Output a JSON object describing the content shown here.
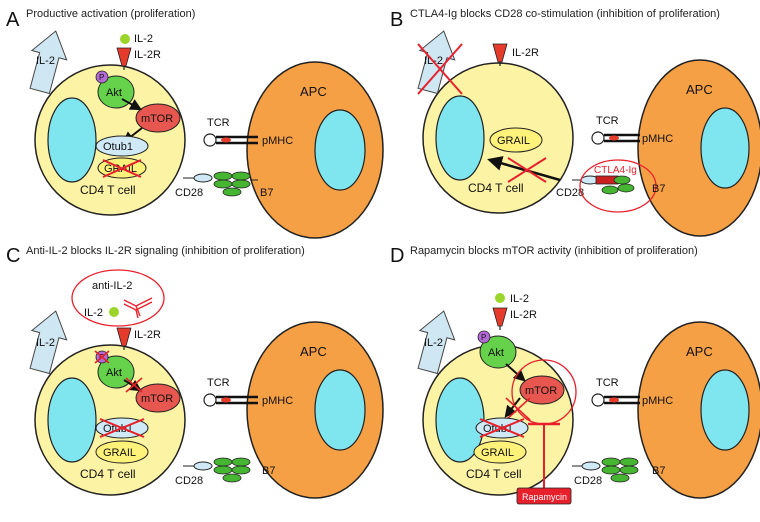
{
  "panels": [
    {
      "letter": "A",
      "title": "Productive activation (proliferation)",
      "labels": {
        "il2_arrow": "IL-2",
        "il2": "IL-2",
        "il2r": "IL-2R",
        "p": "P",
        "akt": "Akt",
        "mtor": "mTOR",
        "otub1": "Otub1",
        "grail": "GRAIL",
        "cell": "CD4 T cell",
        "tcr": "TCR",
        "pmhc": "pMHC",
        "cd28": "CD28",
        "b7": "B7",
        "apc": "APC"
      }
    },
    {
      "letter": "B",
      "title": "CTLA4-Ig blocks CD28 co-stimulation (inhibition of proliferation)",
      "labels": {
        "il2_arrow": "IL-2",
        "il2r": "IL-2R",
        "grail": "GRAIL",
        "cell": "CD4 T cell",
        "tcr": "TCR",
        "pmhc": "pMHC",
        "cd28": "CD28",
        "b7": "B7",
        "apc": "APC",
        "ctla4": "CTLA4-Ig"
      }
    },
    {
      "letter": "C",
      "title": "Anti-IL-2 blocks IL-2R signaling (inhibition of proliferation)",
      "labels": {
        "anti_il2": "anti-IL-2",
        "il2": "IL-2",
        "il2_arrow": "IL-2",
        "il2r": "IL-2R",
        "p": "P",
        "akt": "Akt",
        "mtor": "mTOR",
        "otub1": "Otub1",
        "grail": "GRAIL",
        "cell": "CD4 T cell",
        "tcr": "TCR",
        "pmhc": "pMHC",
        "cd28": "CD28",
        "b7": "B7",
        "apc": "APC"
      }
    },
    {
      "letter": "D",
      "title": "Rapamycin blocks mTOR activity (inhibition of proliferation)",
      "labels": {
        "il2": "IL-2",
        "il2r": "IL-2R",
        "il2_arrow": "IL-2",
        "p": "P",
        "akt": "Akt",
        "mtor": "mTOR",
        "otub1": "Otub1",
        "grail": "GRAIL",
        "cell": "CD4 T cell",
        "tcr": "TCR",
        "pmhc": "pMHC",
        "cd28": "CD28",
        "b7": "B7",
        "apc": "APC",
        "rapamycin": "Rapamycin"
      }
    }
  ],
  "colors": {
    "cell": "#fcf3a4",
    "nucleus": "#7fe6f0",
    "apc": "#f6a046",
    "akt": "#66d14a",
    "mtor": "#e8574f",
    "otub1": "#cfe9f7",
    "grail": "#fff27a",
    "cross": "#e8202c",
    "phospho": "#b36ad6",
    "arrow_fill": "#cfe6f3",
    "b7": "#46b632",
    "receptor": "#e63a2a"
  }
}
